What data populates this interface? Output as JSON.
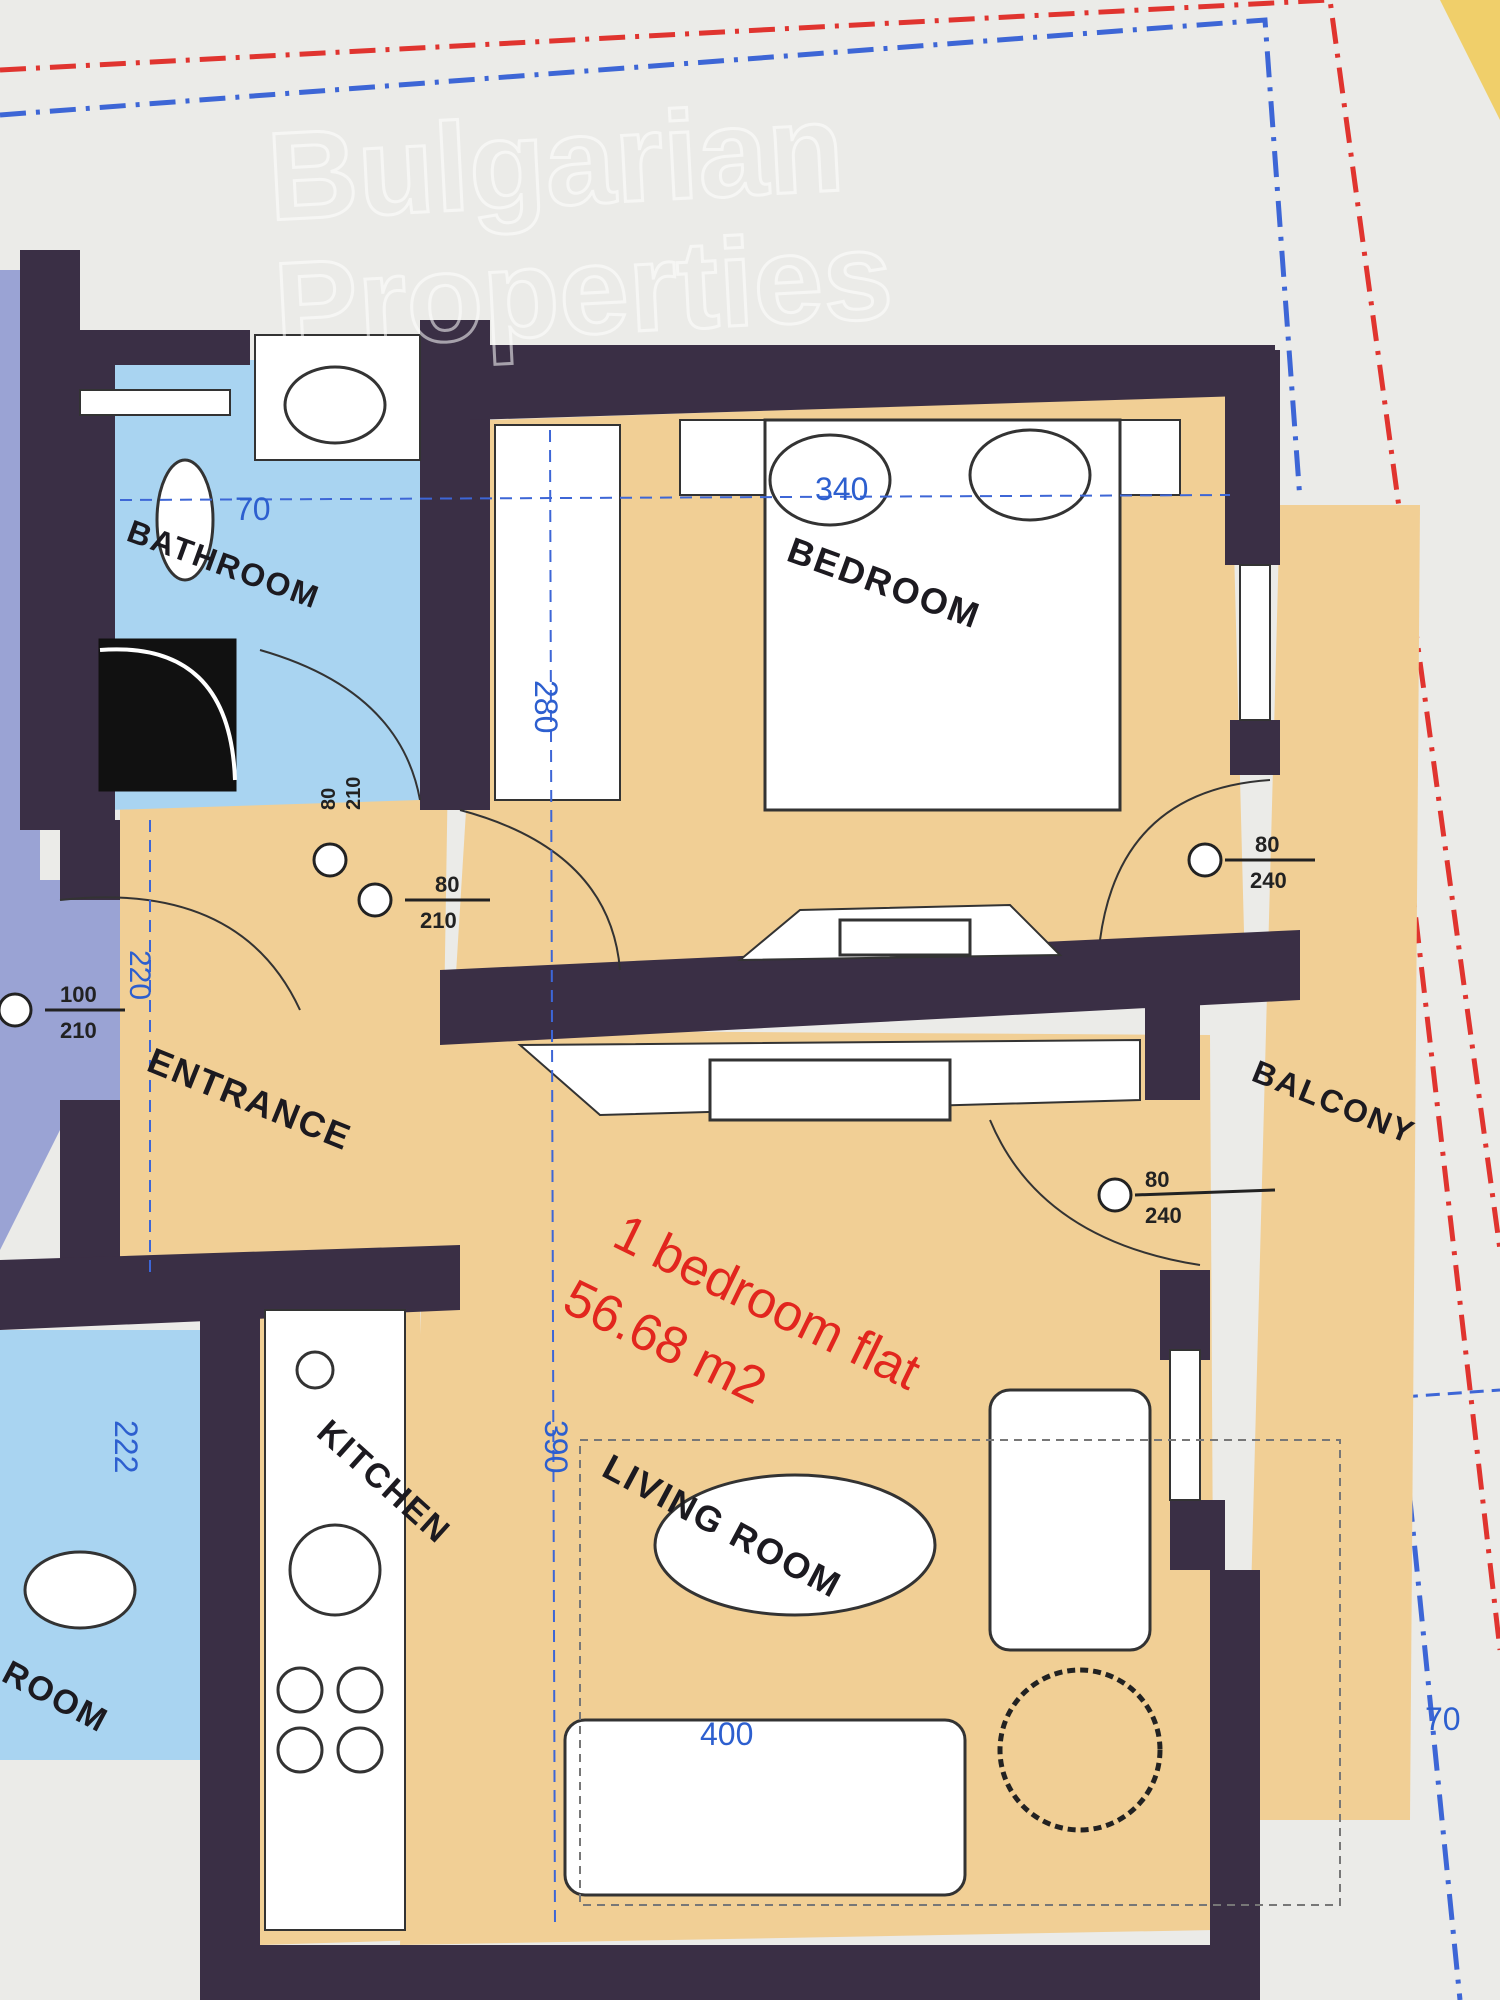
{
  "flat": {
    "title": "1 bedroom flat",
    "area": "56.68 m2"
  },
  "rooms": {
    "bathroom": "BATHROOM",
    "bedroom": "BEDROOM",
    "entrance": "ENTRANCE",
    "kitchen": "KITCHEN",
    "living_room": "LIVING ROOM",
    "balcony": "BALCONY",
    "neighbor_bathroom": "ROOM"
  },
  "dimensions": {
    "bath_width": "70",
    "bed_width": "340",
    "bed_height": "280",
    "entrance_height": "220",
    "neighbor_bath": "222",
    "living_height": "390",
    "living_width": "400",
    "balcony_width": "70"
  },
  "doors": [
    {
      "width": "80",
      "height": "210"
    },
    {
      "width": "80",
      "height": "210"
    },
    {
      "width": "100",
      "height": "210"
    },
    {
      "width": "80",
      "height": "240"
    },
    {
      "width": "80",
      "height": "240"
    }
  ],
  "watermark": {
    "line1": "Bulgarian",
    "line2": "Properties"
  },
  "colors": {
    "wall": "#3a2f45",
    "floor": "#f1cf95",
    "bath": "#a9d4f1",
    "neighbor": "#9aa3d4",
    "paper": "#ebebe8",
    "red_line": "#e0342f",
    "blue_line": "#3d66d6"
  }
}
